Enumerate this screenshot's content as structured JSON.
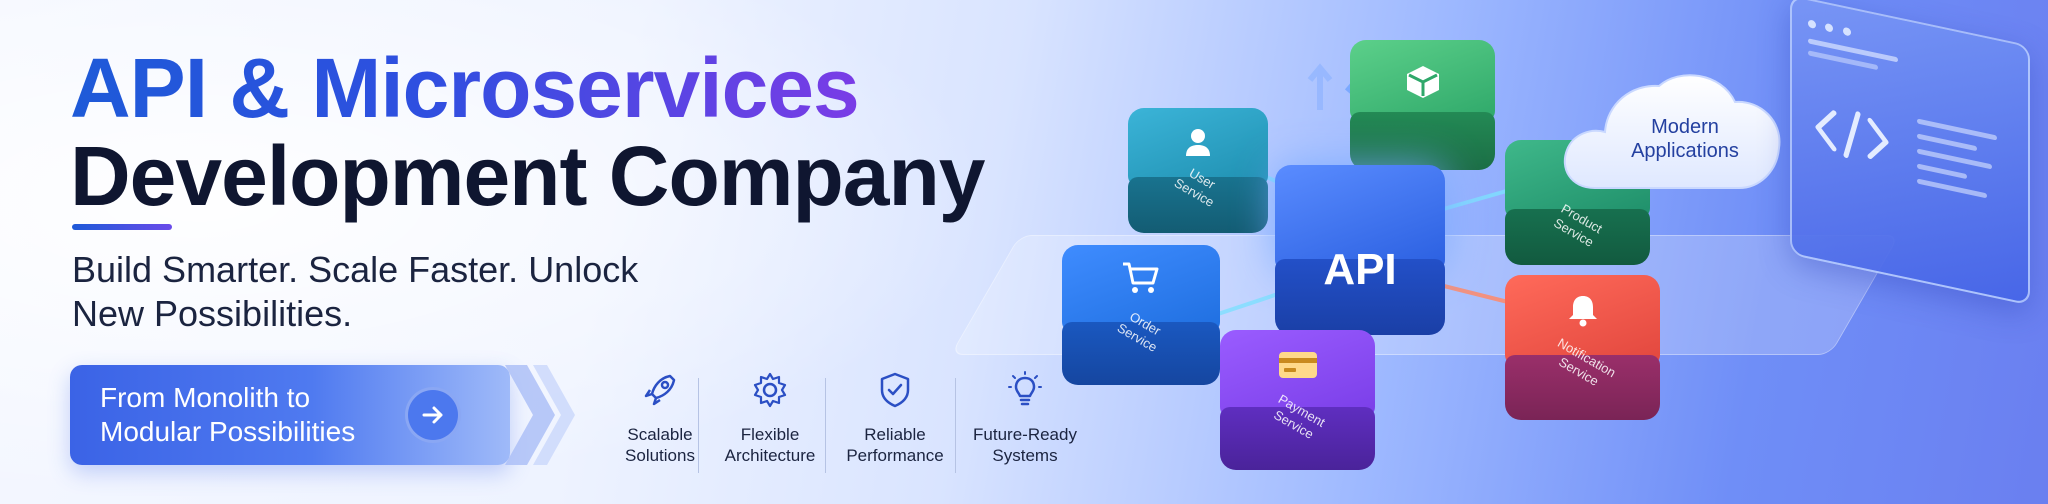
{
  "headline": {
    "line1": "API & Microservices",
    "line2": "Development Company"
  },
  "tagline": {
    "line1": "Build Smarter. Scale Faster. Unlock",
    "line2": "New Possibilities."
  },
  "cta": {
    "line1": "From Monolith to",
    "line2": "Modular Possibilities",
    "icon": "arrow-right-icon"
  },
  "features": [
    {
      "line1": "Scalable",
      "line2": "Solutions",
      "icon": "rocket-icon"
    },
    {
      "line1": "Flexible",
      "line2": "Architecture",
      "icon": "gear-icon"
    },
    {
      "line1": "Reliable",
      "line2": "Performance",
      "icon": "shield-check-icon"
    },
    {
      "line1": "Future-Ready",
      "line2": "Systems",
      "icon": "lightbulb-icon"
    }
  ],
  "diagram": {
    "center": "API",
    "cloud": {
      "line1": "Modern",
      "line2": "Applications"
    },
    "services": [
      {
        "line1": "User",
        "line2": "Service",
        "icon": "user-icon",
        "color": "#1f8fb0"
      },
      {
        "line1": "Order",
        "line2": "Service",
        "icon": "cart-icon",
        "color": "#1f6fe0"
      },
      {
        "line1": "Payment",
        "line2": "Service",
        "icon": "card-icon",
        "color": "#7a3ee8"
      },
      {
        "line1": "Product",
        "line2": "Service",
        "icon": "box-icon",
        "color": "#1f8f6a"
      },
      {
        "line1": "Notification",
        "line2": "Service",
        "icon": "bell-icon",
        "color": "#e2473e"
      }
    ],
    "top_cube_icon": "cube-icon",
    "screen_icon": "code-icon"
  },
  "colors": {
    "brand_blue": "#1e5ad8",
    "brand_purple": "#7a3ce6",
    "dark_text": "#0f1630"
  }
}
